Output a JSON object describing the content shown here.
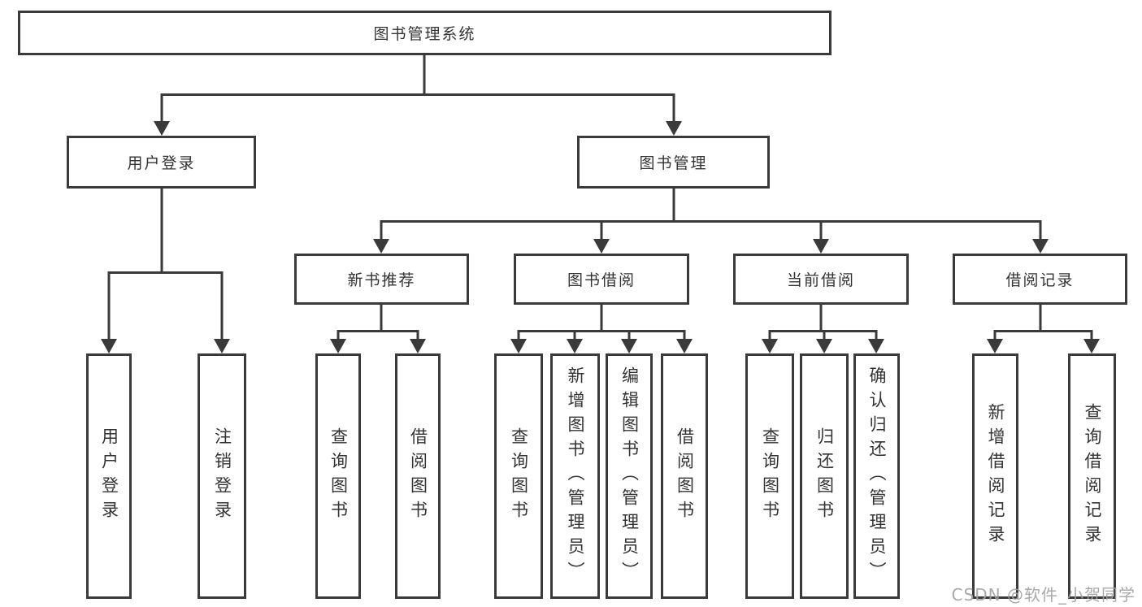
{
  "nodes": {
    "root": {
      "label": "图书管理系统"
    },
    "user_login": {
      "label": "用户登录"
    },
    "book_management": {
      "label": "图书管理"
    },
    "new_book_recommend": {
      "label": "新书推荐"
    },
    "book_borrowing": {
      "label": "图书借阅"
    },
    "current_borrowing": {
      "label": "当前借阅"
    },
    "borrowing_records": {
      "label": "借阅记录"
    },
    "user_login_leaf": {
      "label": "用户登录"
    },
    "logout_leaf": {
      "label": "注销登录"
    },
    "nb_query_books": {
      "label": "查询图书"
    },
    "nb_borrow_books": {
      "label": "借阅图书"
    },
    "bb_query_books": {
      "label": "查询图书"
    },
    "bb_add_books_admin": {
      "label": "新增图书（管理员）"
    },
    "bb_edit_books_admin": {
      "label": "编辑图书（管理员）"
    },
    "bb_borrow_books": {
      "label": "借阅图书"
    },
    "cb_query_books": {
      "label": "查询图书"
    },
    "cb_return_books": {
      "label": "归还图书"
    },
    "cb_confirm_return_admin": {
      "label": "确认归还（管理员）"
    },
    "br_add_record": {
      "label": "新增借阅记录"
    },
    "br_query_record": {
      "label": "查询借阅记录"
    }
  },
  "watermark": {
    "text": "CSDN @软件_小贺同学"
  },
  "colors": {
    "line": "#3a3a3a",
    "text": "#333333",
    "watermark": "#a2a2a2",
    "background": "#ffffff"
  }
}
